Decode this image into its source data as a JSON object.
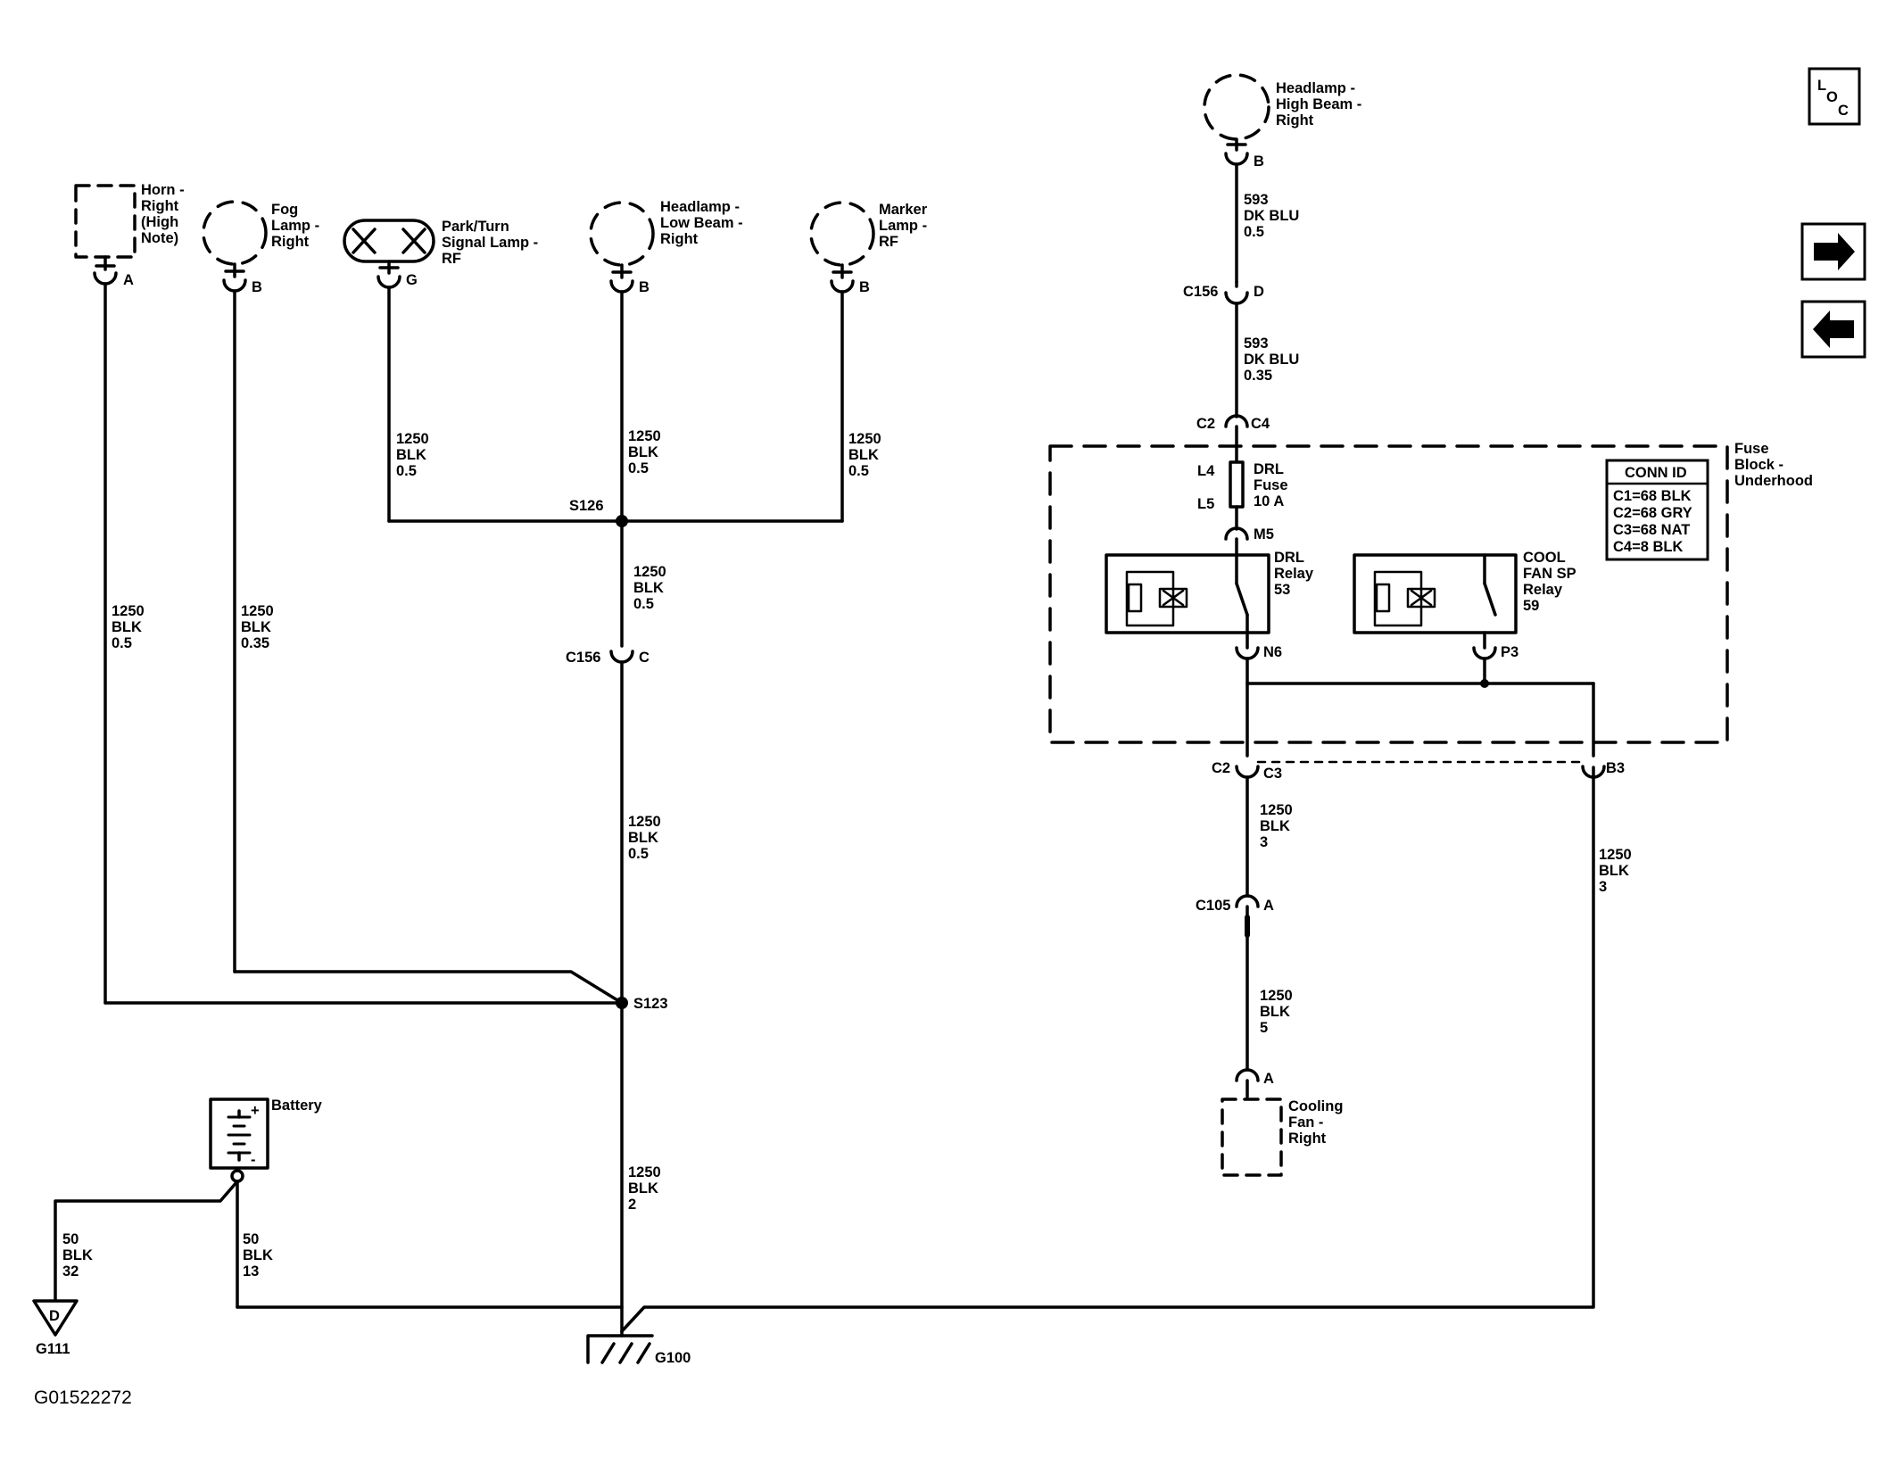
{
  "components": {
    "horn": [
      "Horn -",
      "Right",
      "(High",
      "Note)"
    ],
    "fog": [
      "Fog",
      "Lamp -",
      "Right"
    ],
    "park": [
      "Park/Turn",
      "Signal Lamp -",
      "RF"
    ],
    "lowbeam": [
      "Headlamp -",
      "Low Beam -",
      "Right"
    ],
    "marker": [
      "Marker",
      "Lamp -",
      "RF"
    ],
    "highbeam": [
      "Headlamp -",
      "High Beam -",
      "Right"
    ],
    "fuseblock": [
      "Fuse",
      "Block -",
      "Underhood"
    ],
    "drlfuse": [
      "DRL",
      "Fuse",
      "10 A"
    ],
    "drlrelay": [
      "DRL",
      "Relay",
      "53"
    ],
    "coolrelay": [
      "COOL",
      "FAN SP",
      "Relay",
      "59"
    ],
    "fan": [
      "Cooling",
      "Fan -",
      "Right"
    ],
    "battery": "Battery"
  },
  "conn_id": {
    "title": "CONN ID",
    "rows": [
      "C1=68 BLK",
      "C2=68 GRY",
      "C3=68 NAT",
      "C4=8 BLK"
    ]
  },
  "pins": {
    "horn": "A",
    "fog": "B",
    "park": "G",
    "low": "B",
    "marker": "B",
    "high": "B",
    "c156_hb": "D",
    "c156_left": "C",
    "c2": "C2",
    "c4": "C4",
    "l4": "L4",
    "l5": "L5",
    "m5": "M5",
    "n6": "N6",
    "p3": "P3",
    "c2b": "C2",
    "c3": "C3",
    "b3": "B3",
    "a105": "A",
    "fan_a": "A"
  },
  "connectors": {
    "c156": "C156",
    "c156b": "C156",
    "c105": "C105"
  },
  "splices": {
    "s126": "S126",
    "s123": "S123"
  },
  "grounds": {
    "g100": "G100",
    "g111": "G111",
    "d": "D"
  },
  "wires": {
    "w_horn": [
      "1250",
      "BLK",
      "0.5"
    ],
    "w_fog": [
      "1250",
      "BLK",
      "0.35"
    ],
    "w_park": [
      "1250",
      "BLK",
      "0.5"
    ],
    "w_low": [
      "1250",
      "BLK",
      "0.5"
    ],
    "w_marker": [
      "1250",
      "BLK",
      "0.5"
    ],
    "w_s126": [
      "1250",
      "BLK",
      "0.5"
    ],
    "w_c156": [
      "1250",
      "BLK",
      "0.5"
    ],
    "w_g100": [
      "1250",
      "BLK",
      "2"
    ],
    "w_hb1": [
      "593",
      "DK BLU",
      "0.5"
    ],
    "w_hb2": [
      "593",
      "DK BLU",
      "0.35"
    ],
    "w_c2c3": [
      "1250",
      "BLK",
      "3"
    ],
    "w_b3": [
      "1250",
      "BLK",
      "3"
    ],
    "w_fan": [
      "1250",
      "BLK",
      "5"
    ],
    "w_batt13": [
      "50",
      "BLK",
      "13"
    ],
    "w_batt32": [
      "50",
      "BLK",
      "32"
    ]
  },
  "nav": {
    "loc": [
      "L",
      "O",
      "C"
    ],
    "next": "next-arrow",
    "prev": "prev-arrow"
  },
  "figure_id": "G01522272"
}
